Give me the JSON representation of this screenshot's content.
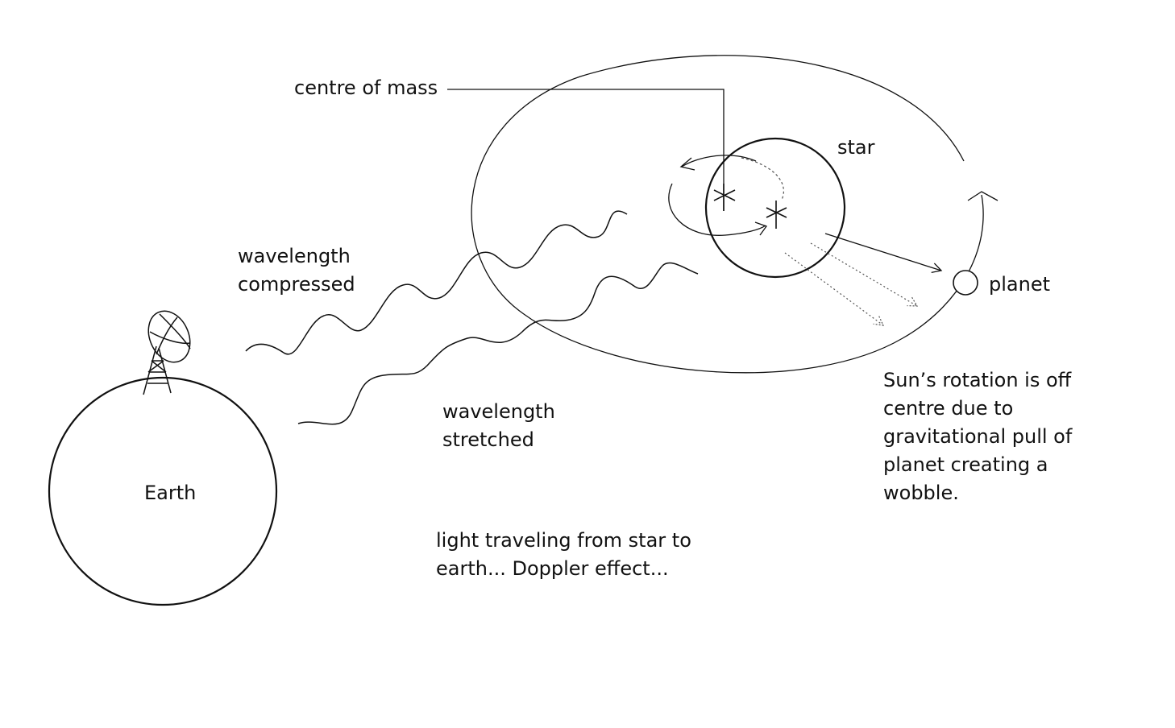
{
  "labels": {
    "centre_of_mass": "centre of mass",
    "star": "star",
    "planet": "planet",
    "earth": "Earth",
    "wavelength_compressed": [
      "wavelength",
      "compressed"
    ],
    "wavelength_stretched": [
      "wavelength",
      "stretched"
    ],
    "wobble_note": [
      "Sun’s rotation is off",
      "centre due to",
      "gravitational pull of",
      "planet creating a",
      "wobble."
    ],
    "doppler_note": [
      "light traveling from star to",
      "earth... Doppler effect..."
    ]
  },
  "colors": {
    "ink": "#111111",
    "background": "#ffffff",
    "dotted": "#555555"
  }
}
